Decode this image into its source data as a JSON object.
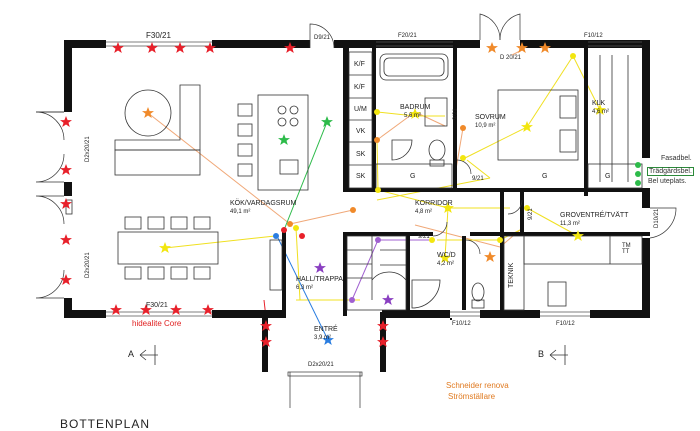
{
  "rooms": {
    "kok": {
      "name": "KÖK/VARDAGSRUM",
      "area": "49,1 m²"
    },
    "badrum": {
      "name": "BADRUM",
      "area": "5,6 m²"
    },
    "sovrum": {
      "name": "SOVRUM",
      "area": "10,9 m²"
    },
    "klk": {
      "name": "KLK",
      "area": "4,6 m²"
    },
    "korridor": {
      "name": "KORRIDOR",
      "area": "4,8 m²"
    },
    "groventre": {
      "name": "GROVENTRÉ/TVÄTT",
      "area": "11,3 m²"
    },
    "hall": {
      "name": "HALL/TRAPPA",
      "area": "6,3 m²"
    },
    "wc": {
      "name": "WC/D",
      "area": "4,2 m²"
    },
    "entre": {
      "name": "ENTRÉ",
      "area": "3,9 m²"
    },
    "teknik": {
      "name": "TEKNIK"
    }
  },
  "openings": {
    "f30_top": "F30/21",
    "f30_bottom": "F30/21",
    "d9": "D9/21",
    "f20": "F20/21",
    "d20": "D 20/21",
    "f10_top": "F10/12",
    "d2_left_upper": "D2x20/21",
    "d2_left_lower": "D2x20/21",
    "d2_entry": "D2x20/21",
    "f10_bottom1": "F10/12",
    "f10_bottom2": "F10/12",
    "d10": "D10/21",
    "door_9_bad": "9/21",
    "door_9_korr": "9/21",
    "door_9_korr2": "9/21",
    "door_9_wc": "9/21"
  },
  "closets": [
    "K/F",
    "K/F",
    "U/M",
    "VK",
    "SK",
    "SK"
  ],
  "g_labels": [
    "G",
    "G",
    "G"
  ],
  "appliance": "TM TT",
  "section_marks": {
    "a": "A",
    "b": "B"
  },
  "annotations": {
    "hidealite": "hidealite Core",
    "schneider_line1": "Schneider renova",
    "schneider_line2": "Strömställare",
    "fasadbel": "Fasadbel.",
    "tradgardsbel": "Trädgårdsbel.",
    "bel_uteplats": "Bel uteplats."
  },
  "footer_title": "BOTTENPLAN",
  "colors": {
    "wall": "#111111",
    "red_star": "#e8202a",
    "yellow_star": "#f2e60f",
    "orange_star": "#f08a2a",
    "green_star": "#2dbb4a",
    "purple_star": "#8a3fc1",
    "blue_star": "#2a7de0",
    "yellow_line": "#f0e020",
    "orange_line": "#f0a060",
    "green_line": "#2dbb4a",
    "blue_line": "#2a7de0",
    "red_line": "#e8202a",
    "purple_line": "#a060d0"
  },
  "legend_icons": {
    "red": "red-star-icon",
    "yellow": "yellow-star-icon",
    "orange": "orange-star-icon",
    "green": "green-star-icon",
    "purple": "purple-star-icon",
    "blue": "blue-star-icon"
  }
}
